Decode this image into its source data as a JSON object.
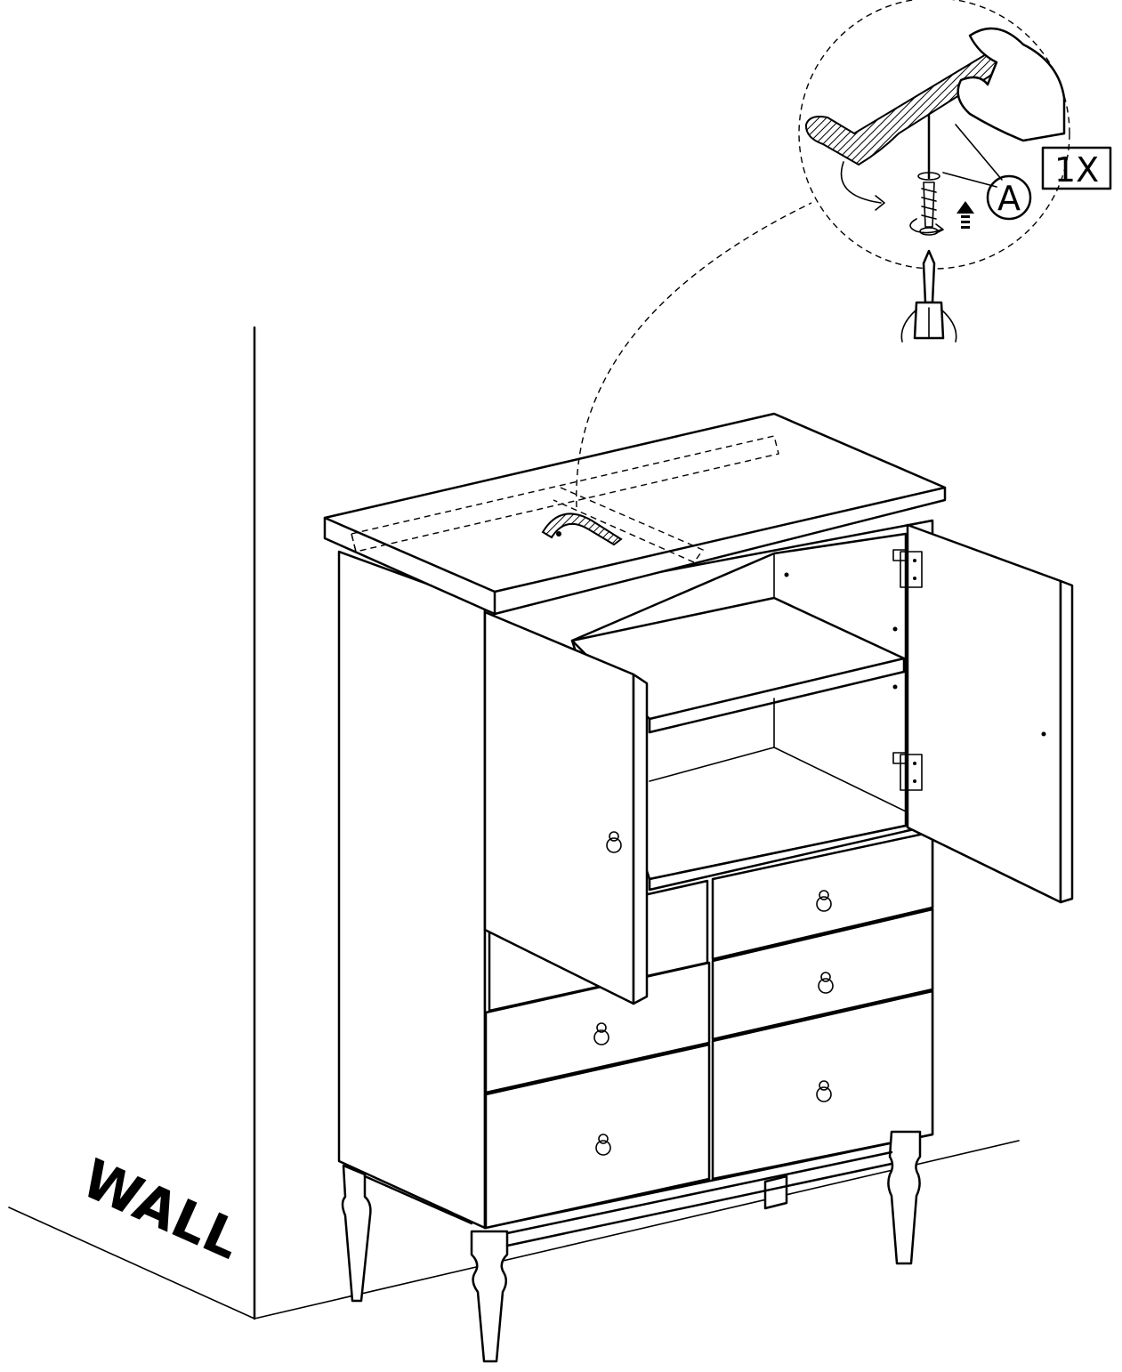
{
  "labels": {
    "wall": "WALL",
    "quantity": "1X",
    "part_letter": "A"
  },
  "icons": [
    "screwdriver-icon",
    "rotate-arrow-icon",
    "up-arrow-icon",
    "screw-icon",
    "washer-icon",
    "hand-icon"
  ]
}
